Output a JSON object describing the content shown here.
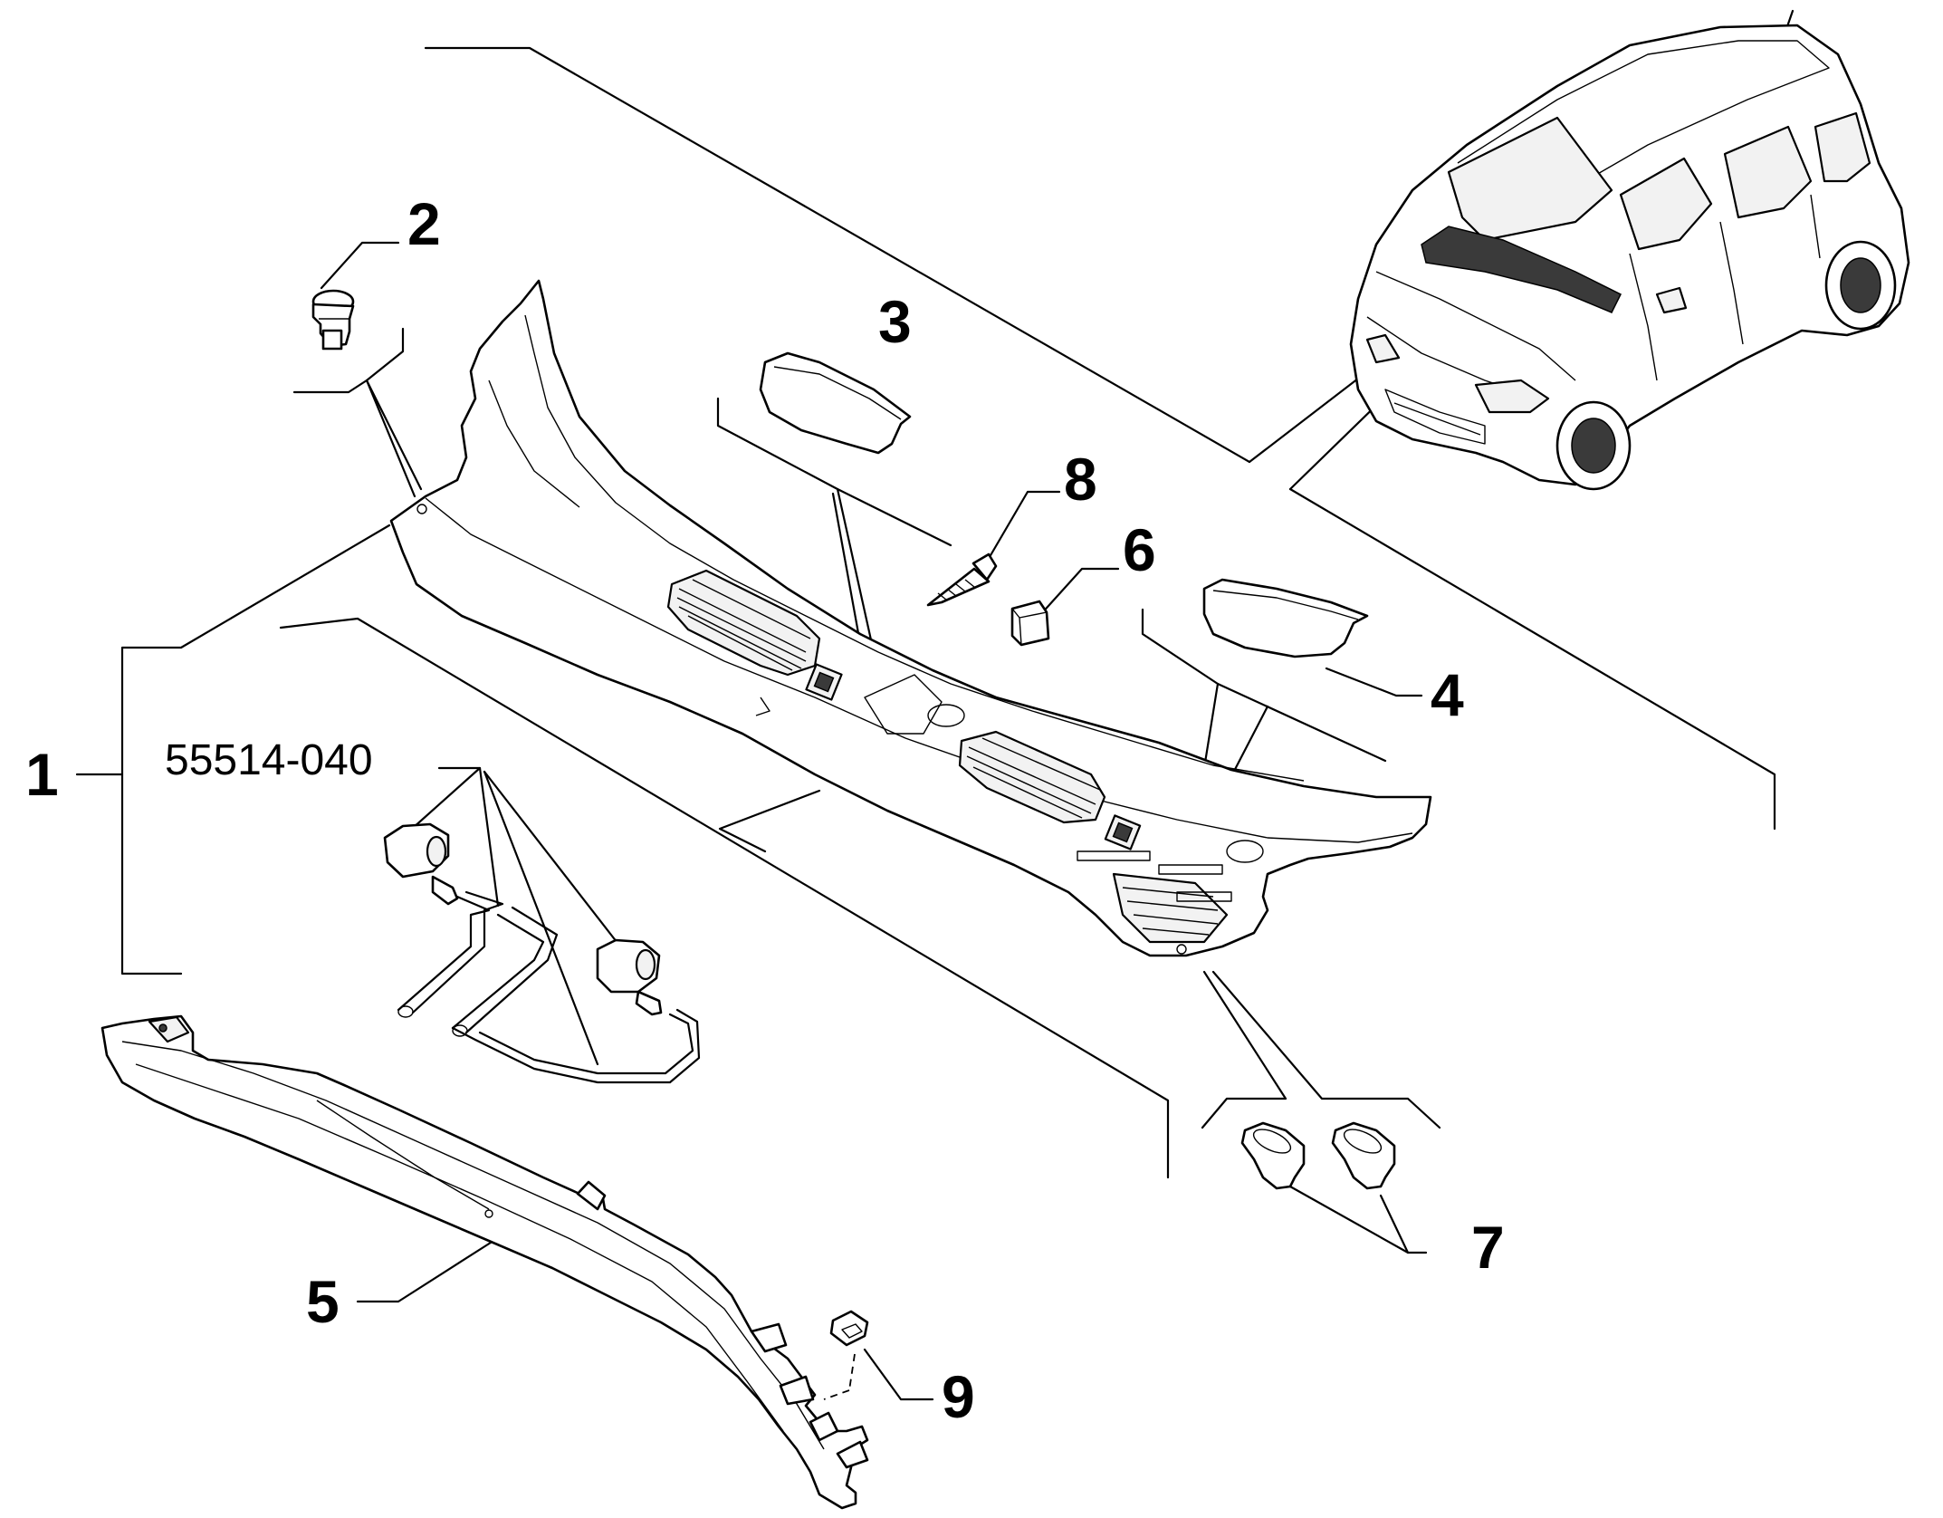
{
  "diagram": {
    "callouts": {
      "c1": "1",
      "c2": "2",
      "c3": "3",
      "c4": "4",
      "c5": "5",
      "c6": "6",
      "c7": "7",
      "c8": "8",
      "c9": "9"
    },
    "kit_code": "55514-040"
  }
}
